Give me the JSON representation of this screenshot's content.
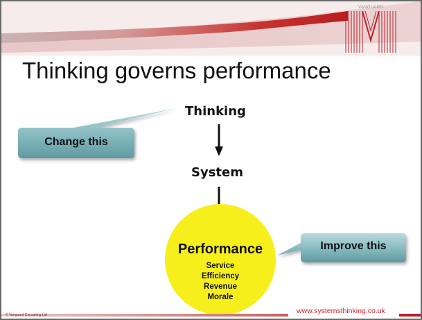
{
  "header": {
    "brand": "VANGUARD"
  },
  "slide": {
    "title": "Thinking governs performance",
    "flow": {
      "top_node": "Thinking",
      "middle_node": "System",
      "result": {
        "title": "Performance",
        "items": [
          "Service",
          "Efficiency",
          "Revenue",
          "Morale"
        ]
      }
    },
    "callouts": {
      "change": "Change this",
      "improve": "Improve this"
    }
  },
  "footer": {
    "url": "www.systemsthinking.co.uk",
    "copyright": "© Vanguard Consulting Ltd"
  },
  "colors": {
    "accent_red": "#c0282f",
    "circle_yellow": "#f7ef1c",
    "callout_teal": "#7fb3b8"
  }
}
